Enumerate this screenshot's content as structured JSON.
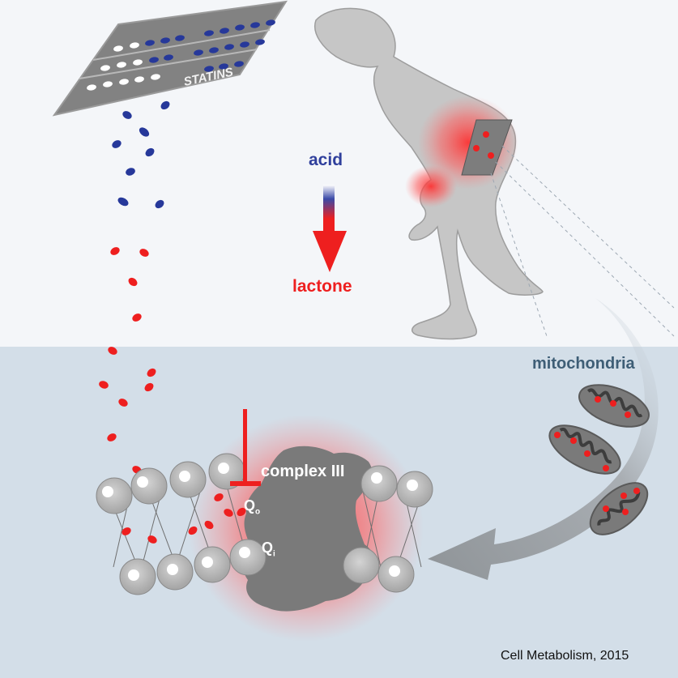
{
  "labels": {
    "blister_pack": "STATINS",
    "acid": "acid",
    "lactone": "lactone",
    "mitochondria": "mitochondria",
    "complex": "complex III",
    "qo": "Q",
    "qo_sub": "o",
    "qi": "Q",
    "qi_sub": "i",
    "credit": "Cell Metabolism, 2015"
  },
  "colors": {
    "background_top": "#f4f6f9",
    "background_bottom": "#d3dee8",
    "acid_blue": "#2f3f9c",
    "lactone_red": "#ee1f1f",
    "mitochondria_text": "#3e5e76",
    "figure_gray": "#c4c4c4",
    "complex_gray": "#7a7a7a",
    "lipid_head": "#bdbdbd"
  }
}
